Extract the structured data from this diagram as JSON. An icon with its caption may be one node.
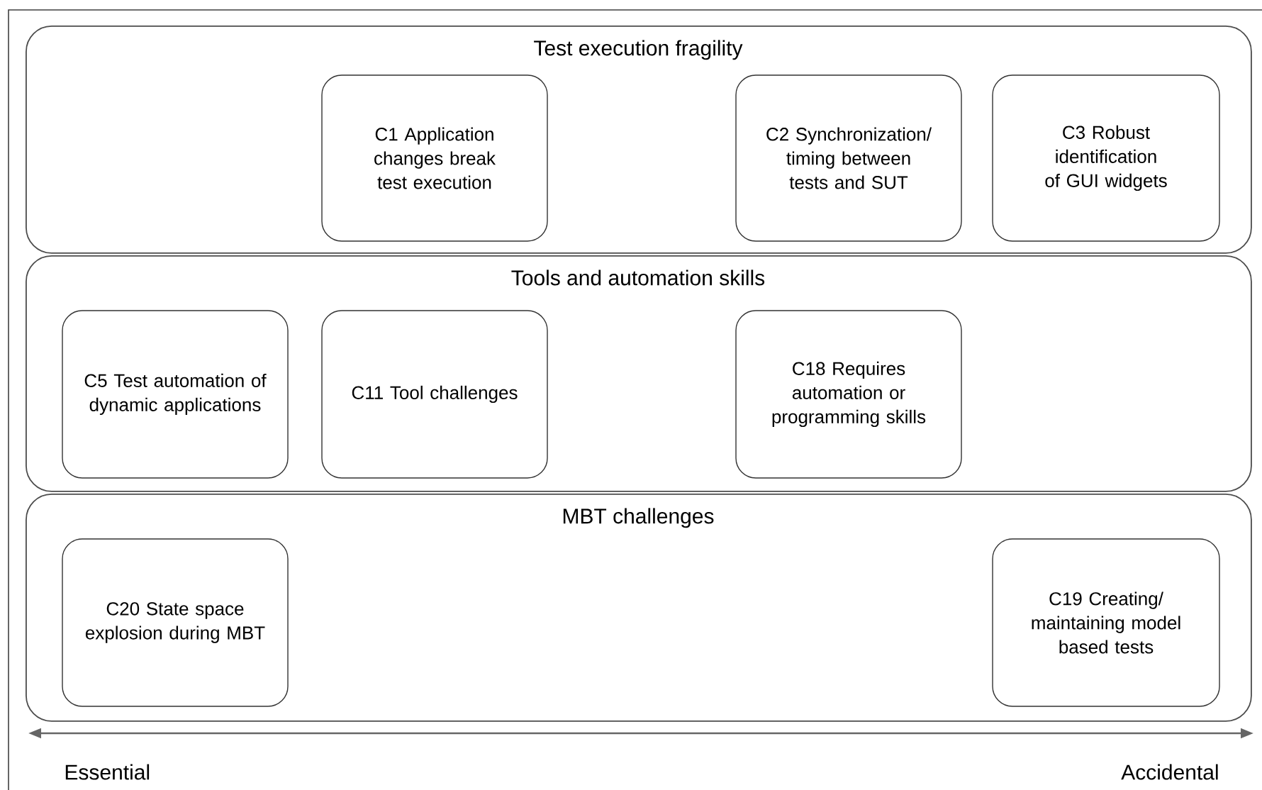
{
  "diagram": {
    "nodes": [
      {
        "text": [
          "Test execution fragility"
        ]
      },
      {
        "text": [
          "C1 Application changes break test execution"
        ],
        "in": 0
      },
      {
        "text": [
          "C2 Synchronization/ timing between tests and SUT"
        ],
        "in": 0
      },
      {
        "text": [
          "C3 Robust identification of GUI widgets"
        ],
        "in": 0
      },
      {
        "text": [
          "Tools and automation skills"
        ]
      },
      {
        "text": [
          "C5 Test automation of dynamic applications"
        ],
        "in": 4
      },
      {
        "text": [
          "C11 Tool challenges"
        ],
        "in": 4
      },
      {
        "text": [
          "C18 Requires automation or programming skills"
        ],
        "in": 4
      },
      {
        "text": [
          "MBT challenges"
        ]
      },
      {
        "text": [
          "C20 State space explosion during MBT"
        ],
        "in": 8
      },
      {
        "text": [
          "C19 Creating/ maintaining model based tests"
        ],
        "in": 8
      }
    ],
    "edges": [],
    "labels": [
      "Essential",
      "Accidental"
    ]
  }
}
